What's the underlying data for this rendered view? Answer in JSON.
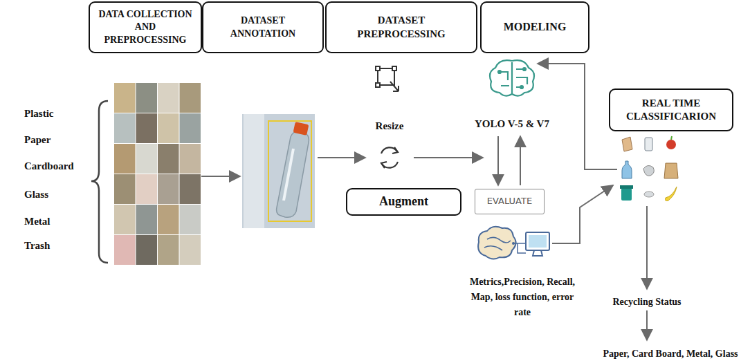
{
  "diagram": {
    "nodes": [
      {
        "text": [
          "DATA COLLECTION AND PREPROCESSING"
        ]
      },
      {
        "text": [
          "DATASET ANNOTATION"
        ]
      },
      {
        "text": [
          "DATASET PREPROCESSING"
        ]
      },
      {
        "text": [
          "MODELING"
        ]
      },
      {
        "text": [
          "Augment"
        ]
      },
      {
        "text": [
          "EVALUATE"
        ]
      },
      {
        "text": [
          "REAL TIME CLASSIFICARION"
        ]
      }
    ],
    "labels": [
      "Plastic",
      "Paper",
      "Cardboard",
      "Glass",
      "Metal",
      "Trash",
      "Resize",
      "YOLO V-5 & V7",
      "Metrics,Precision, Recall, Map, loss function, error rate",
      "Recycling Status",
      "Paper, Card Board, Metal, Glass"
    ]
  }
}
